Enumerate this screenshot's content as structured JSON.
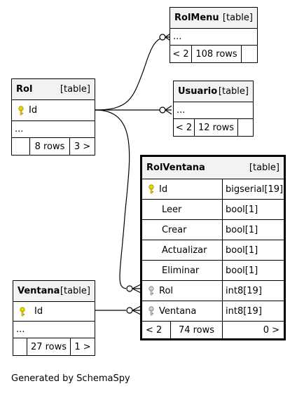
{
  "tables": {
    "rolmenu": {
      "name": "RolMenu",
      "kind": "[table]",
      "ellipsis": "...",
      "parents": "< 2",
      "rows": "108 rows"
    },
    "usuario": {
      "name": "Usuario",
      "kind": "[table]",
      "ellipsis": "...",
      "parents": "< 2",
      "rows": "12 rows"
    },
    "rol": {
      "name": "Rol",
      "kind": "[table]",
      "column": "Id",
      "ellipsis": "...",
      "rows": "8 rows",
      "children": "3 >"
    },
    "ventana": {
      "name": "Ventana",
      "kind": "[table]",
      "column": "Id",
      "ellipsis": "...",
      "rows": "27 rows",
      "children": "1 >"
    },
    "rolventana": {
      "name": "RolVentana",
      "kind": "[table]",
      "columns": [
        {
          "name": "Id",
          "type": "bigserial[19]"
        },
        {
          "name": "Leer",
          "type": "bool[1]"
        },
        {
          "name": "Crear",
          "type": "bool[1]"
        },
        {
          "name": "Actualizar",
          "type": "bool[1]"
        },
        {
          "name": "Eliminar",
          "type": "bool[1]"
        },
        {
          "name": "Rol",
          "type": "int8[19]"
        },
        {
          "name": "Ventana",
          "type": "int8[19]"
        }
      ],
      "parents": "< 2",
      "rows": "74 rows",
      "children": "0 >"
    }
  },
  "colors": {
    "primary_key": "#f2d600",
    "foreign_key": "#b5b5b5"
  },
  "footer": "Generated by SchemaSpy"
}
